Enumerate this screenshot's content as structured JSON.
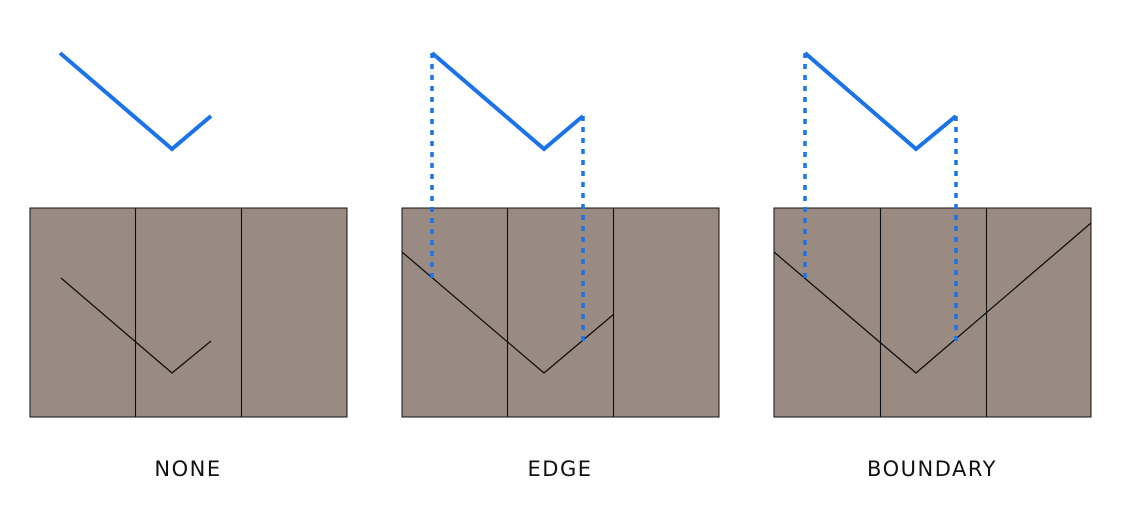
{
  "colors": {
    "stroke_blue": "#1a73e8",
    "panel_fill": "#998b82",
    "outline": "#111111"
  },
  "panels": [
    {
      "label": "NONE"
    },
    {
      "label": "EDGE"
    },
    {
      "label": "BOUNDARY"
    }
  ]
}
